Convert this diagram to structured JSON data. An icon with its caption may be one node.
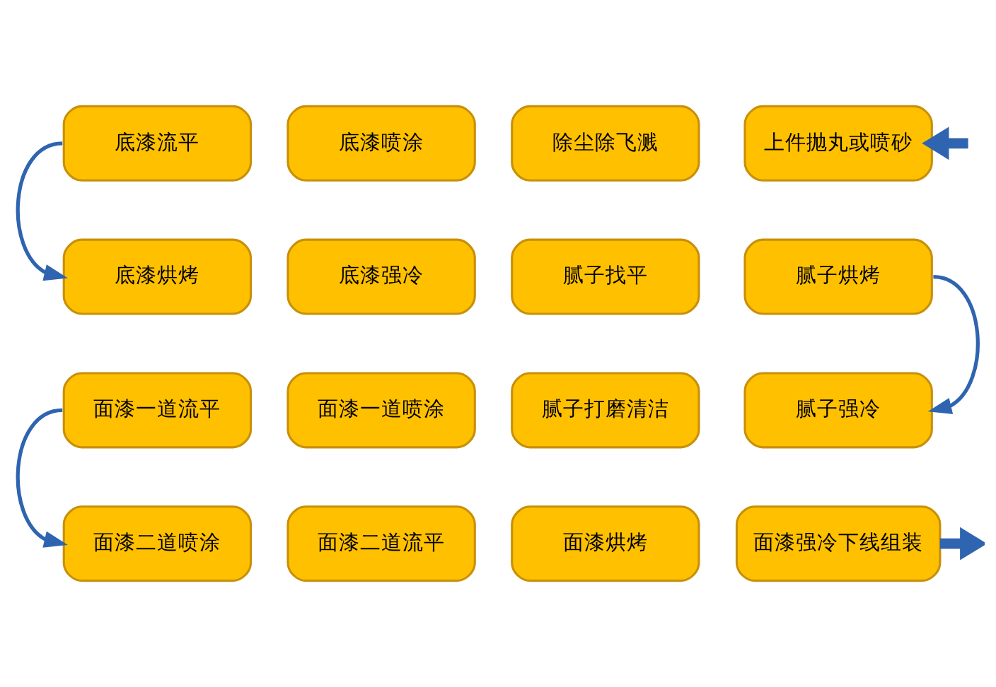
{
  "diagram": {
    "nodes": [
      {
        "text": [
          "底漆流平"
        ]
      },
      {
        "text": [
          "底漆喷涂"
        ]
      },
      {
        "text": [
          "除尘除飞溅"
        ]
      },
      {
        "text": [
          "上件抛丸或喷砂"
        ]
      },
      {
        "text": [
          "底漆烘烤"
        ]
      },
      {
        "text": [
          "底漆强冷"
        ]
      },
      {
        "text": [
          "腻子找平"
        ]
      },
      {
        "text": [
          "腻子烘烤"
        ]
      },
      {
        "text": [
          "面漆一道流平"
        ]
      },
      {
        "text": [
          "面漆一道喷涂"
        ]
      },
      {
        "text": [
          "腻子打磨清洁"
        ]
      },
      {
        "text": [
          "腻子强冷"
        ]
      },
      {
        "text": [
          "面漆二道喷涂"
        ]
      },
      {
        "text": [
          "面漆二道流平"
        ]
      },
      {
        "text": [
          "面漆烘烤"
        ]
      },
      {
        "text": [
          "面漆强冷下线组装"
        ]
      }
    ],
    "edges": [
      {
        "from": null,
        "to": 3,
        "arrow": "to",
        "style": "thick"
      },
      {
        "from": 0,
        "to": 4,
        "arrow": "to"
      },
      {
        "from": 7,
        "to": 11,
        "arrow": "to"
      },
      {
        "from": 8,
        "to": 12,
        "arrow": "to"
      },
      {
        "from": 15,
        "to": null,
        "arrow": "to",
        "style": "thick"
      }
    ]
  }
}
